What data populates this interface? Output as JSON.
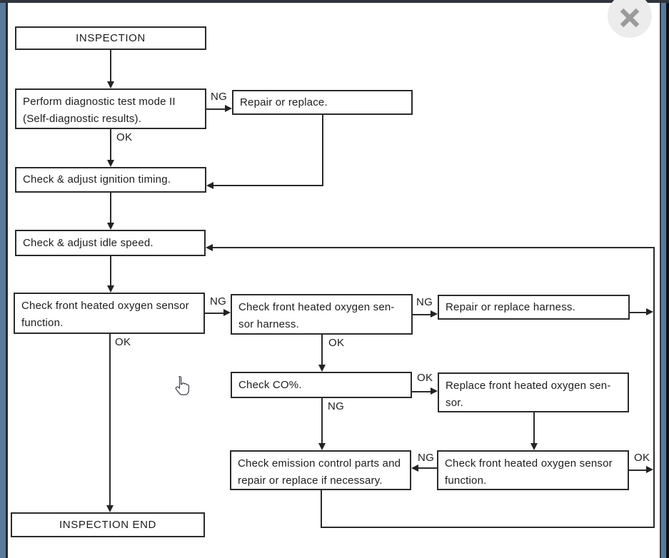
{
  "viewer": {
    "close_icon": "x-close"
  },
  "flowchart": {
    "nodes": {
      "inspection": {
        "label": "INSPECTION"
      },
      "perform_diag": {
        "label": "Perform diagnostic test mode II\n(Self-diagnostic results)."
      },
      "repair_replace": {
        "label": "Repair or replace."
      },
      "ignition": {
        "label": "Check & adjust ignition timing."
      },
      "idle": {
        "label": "Check & adjust idle speed."
      },
      "sensor_func_1": {
        "label": "Check front heated oxygen sensor\nfunction."
      },
      "harness": {
        "label": "Check front heated oxygen sen-\nsor harness."
      },
      "repair_harness": {
        "label": "Repair or replace harness."
      },
      "check_co": {
        "label": "Check CO%."
      },
      "replace_sensor": {
        "label": "Replace front heated oxygen sen-\nsor."
      },
      "emission": {
        "label": "Check emission control parts and\nrepair or replace if necessary."
      },
      "sensor_func_2": {
        "label": "Check front heated oxygen sensor\nfunction."
      },
      "inspection_end": {
        "label": "INSPECTION END"
      }
    },
    "edge_labels": {
      "perform_ng": "NG",
      "perform_ok": "OK",
      "sensor1_ng": "NG",
      "sensor1_ok": "OK",
      "harness_ng": "NG",
      "harness_ok": "OK",
      "co_ok": "OK",
      "co_ng": "NG",
      "func2_ng": "NG",
      "func2_ok": "OK"
    }
  },
  "colors": {
    "page_bg": "#ffffff",
    "line": "#2b2b2b",
    "edge_blue": "#5a7a9c",
    "edge_dark": "#232c38",
    "close_bg": "#ececec",
    "close_x": "#9b9b9b"
  }
}
